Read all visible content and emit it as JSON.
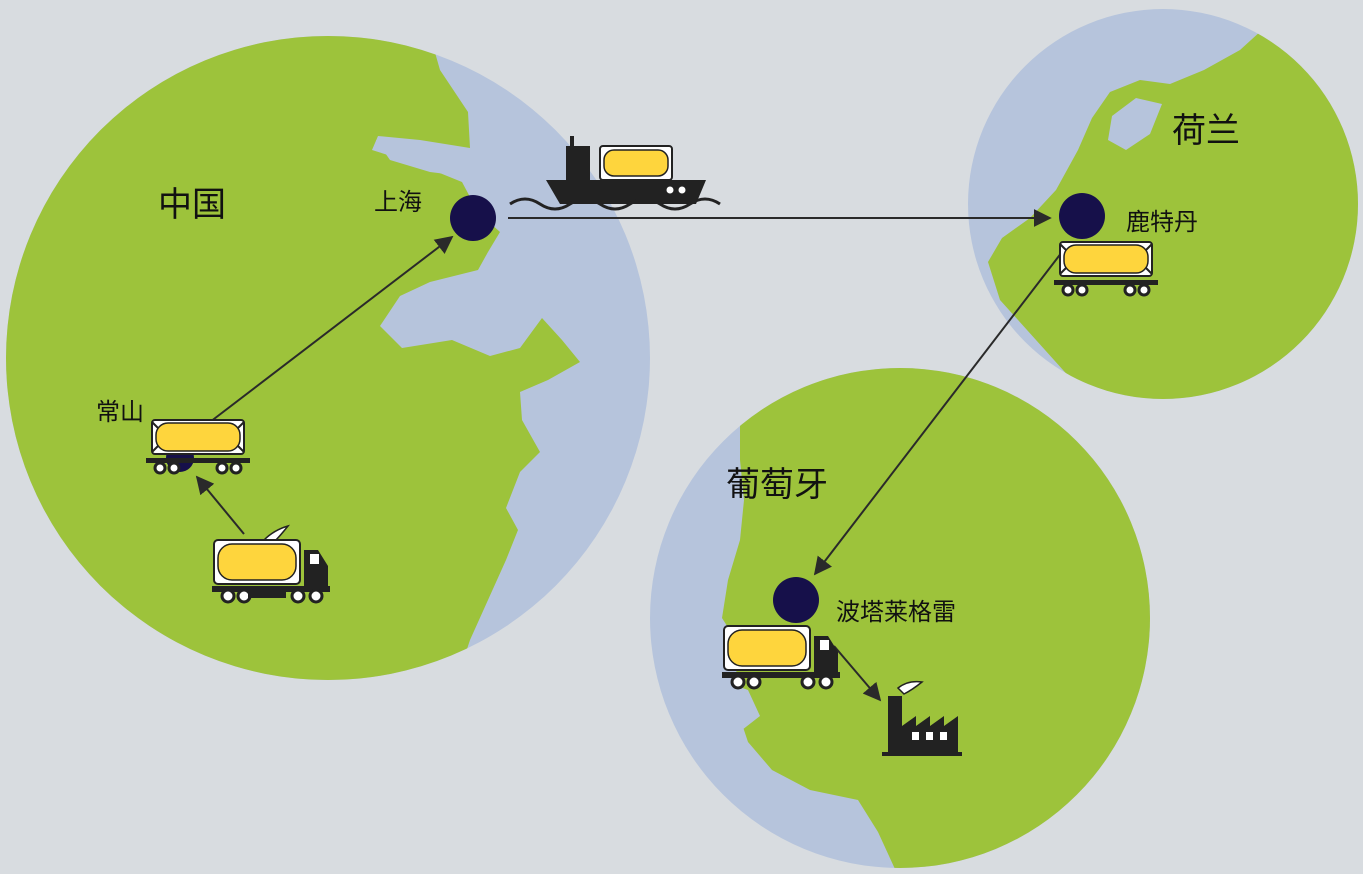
{
  "regions": {
    "china": "中国",
    "netherlands": "荷兰",
    "portugal": "葡萄牙"
  },
  "locations": {
    "shanghai": "上海",
    "changshan": "常山",
    "rotterdam": "鹿特丹",
    "portalegre": "波塔莱格雷"
  },
  "colors": {
    "background": "#d8dce0",
    "water": "#b6c4dc",
    "land": "#9dc33b",
    "node": "#16104a",
    "tank": "#fed53d",
    "vehicle": "#222222"
  },
  "icons": [
    "tank-container-icon",
    "tank-truck-icon",
    "cargo-ship-icon",
    "factory-icon"
  ]
}
